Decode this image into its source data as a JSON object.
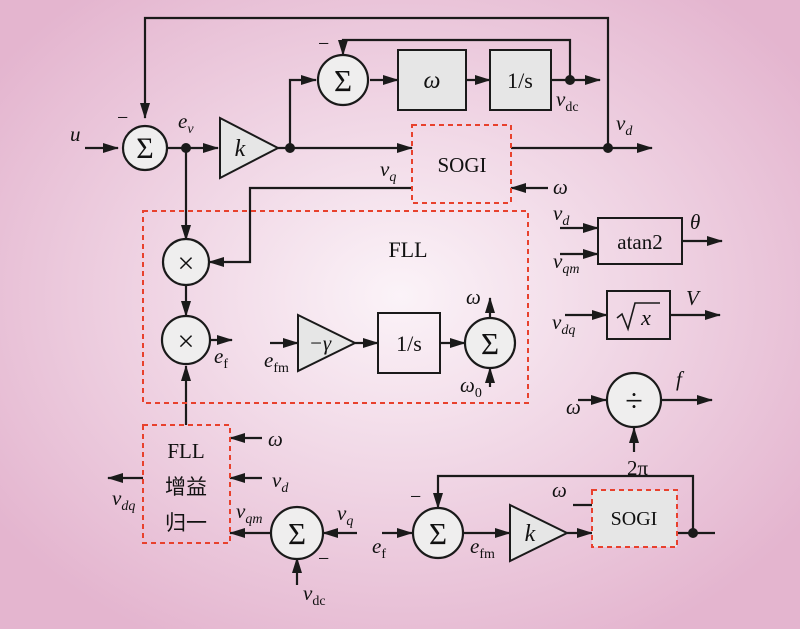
{
  "colors": {
    "background_center": "#fbf3f8",
    "background_edge": "#e4b5cf",
    "line": "#1a1a1a",
    "box_fill": "#e6e6e6",
    "dashed_border": "#e8412d",
    "circle_fill": "#efeeee"
  },
  "glyphs": {
    "sum": "Σ",
    "multiply": "×",
    "divide": "÷",
    "minus": "−"
  },
  "blocks": {
    "omega_box": "ω",
    "integrator": "1/s",
    "sogi": "SOGI",
    "fll": "FLL",
    "atan2": "atan2",
    "gain_k": "k",
    "gain_gamma": "−γ",
    "gain_norm": [
      "FLL",
      "增益",
      "归一"
    ],
    "two_pi": "2π"
  },
  "signals": {
    "u": "u",
    "e_v": {
      "base": "e",
      "sub": "v"
    },
    "v_d": {
      "base": "v",
      "sub": "d"
    },
    "v_q": {
      "base": "v",
      "sub": "q"
    },
    "v_dc": {
      "base": "v",
      "sub": "dc"
    },
    "v_qm": {
      "base": "v",
      "sub": "qm"
    },
    "v_dq": {
      "base": "v",
      "sub": "dq"
    },
    "e_f": {
      "base": "e",
      "sub": "f"
    },
    "e_fm": {
      "base": "e",
      "sub": "fm"
    },
    "omega": "ω",
    "omega_0": {
      "base": "ω",
      "sub": "0"
    },
    "theta": "θ",
    "V": "V",
    "f": "f",
    "sqrt_x": "x"
  }
}
